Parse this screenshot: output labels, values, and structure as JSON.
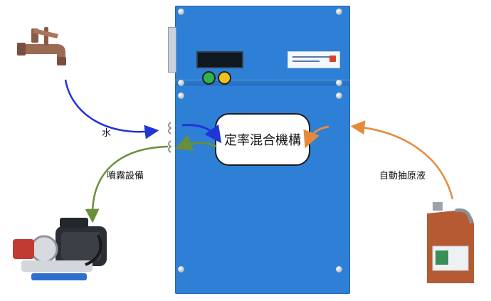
{
  "labels": {
    "mixer": "定率混合機構",
    "water": "水",
    "sprayer": "噴霧設備",
    "auto_draw": "自動抽原液"
  },
  "icons": {
    "faucet": "faucet-icon",
    "pump": "pump-motor-icon",
    "jug": "liquid-jug-icon"
  },
  "colors": {
    "cabinet": "#2e7fd6",
    "water_arrow": "#2035d8",
    "sprayer_arrow": "#6a8f3a",
    "concentrate_arrow": "#e48a3c"
  }
}
